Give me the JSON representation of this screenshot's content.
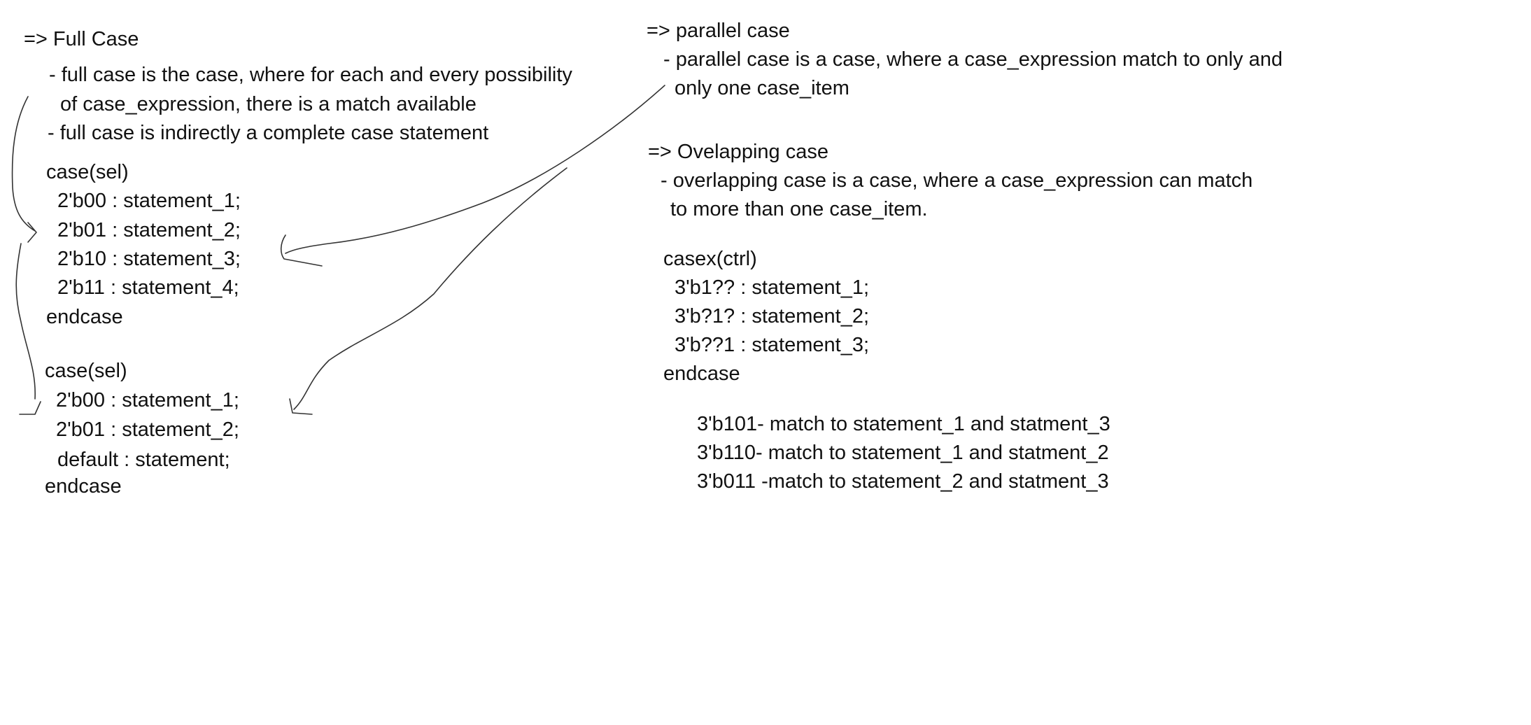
{
  "full_case": {
    "heading": "=> Full Case",
    "bullets": [
      "- full case is the case, where for each and every possibility",
      "of case_expression, there is a match available",
      "- full case is indirectly a complete case statement"
    ],
    "example1": [
      "case(sel)",
      "2'b00 : statement_1;",
      "2'b01 : statement_2;",
      "2'b10 : statement_3;",
      "2'b11 : statement_4;",
      "endcase"
    ],
    "example2": [
      "case(sel)",
      "2'b00 : statement_1;",
      "2'b01 : statement_2;",
      "default : statement;",
      "endcase"
    ]
  },
  "parallel_case": {
    "heading": "=> parallel case",
    "bullets": [
      "- parallel case is a case, where a case_expression match to only and",
      "only one case_item"
    ]
  },
  "overlapping_case": {
    "heading": "=> Ovelapping case",
    "bullets": [
      "- overlapping case is a case, where a case_expression can match",
      "to more than one case_item."
    ],
    "example": [
      "casex(ctrl)",
      "3'b1?? : statement_1;",
      "3'b?1? : statement_2;",
      "3'b??1 : statement_3;",
      "endcase"
    ],
    "matches": [
      "3'b101- match to statement_1 and statment_3",
      "3'b110- match to statement_1 and statment_2",
      "3'b011 -match to statement_2 and statment_3"
    ]
  }
}
